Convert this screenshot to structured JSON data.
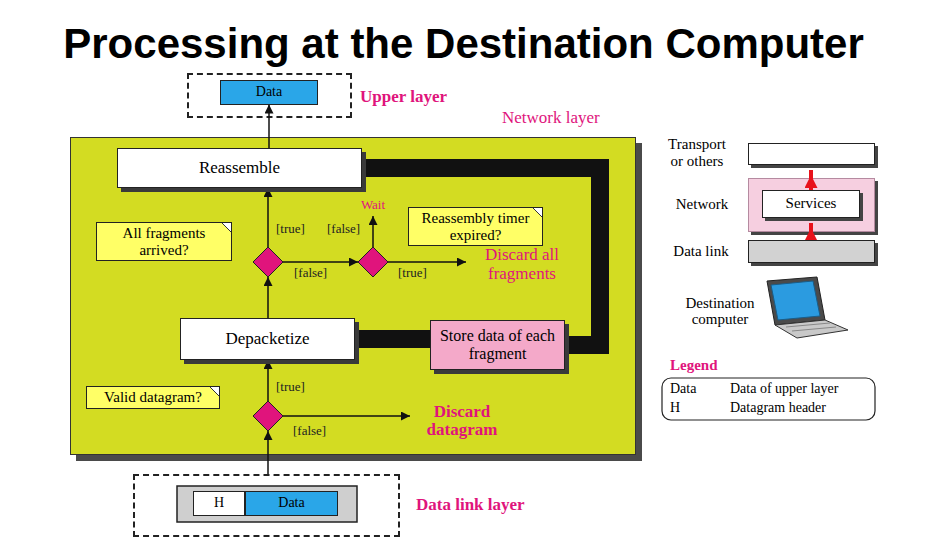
{
  "diagram": {
    "title": "Processing at the Destination Computer",
    "nodes": [
      {
        "text": [
          "Upper layer"
        ]
      },
      {
        "text": [
          "Data"
        ],
        "in": 0
      },
      {
        "text": [
          "Network layer"
        ]
      },
      {
        "text": [
          "Reassemble"
        ],
        "in": 2
      },
      {
        "text": [
          "All fragments arrived?"
        ],
        "in": 2
      },
      {
        "text": [
          "Reassembly timer expired?"
        ],
        "in": 2
      },
      {
        "text": [
          "Depacketize"
        ],
        "in": 2
      },
      {
        "text": [
          "Store data of each fragment"
        ],
        "in": 2
      },
      {
        "text": [
          "Valid datagram?"
        ],
        "in": 2
      },
      {
        "text": [
          "Data link layer"
        ]
      },
      {
        "text": [
          "H"
        ],
        "in": 9
      },
      {
        "text": [
          "Data"
        ],
        "in": 9
      },
      {
        "text": [
          "Transport or others"
        ]
      },
      {
        "text": [
          "Network"
        ]
      },
      {
        "text": [
          "Services"
        ],
        "in": 13
      },
      {
        "text": [
          "Data link"
        ]
      }
    ],
    "edges": [
      {
        "from": 9,
        "to": 8,
        "arrow": "to"
      },
      {
        "from": 8,
        "to": 6,
        "label": "[true]",
        "arrow": "to"
      },
      {
        "from": 6,
        "to": 4,
        "arrow": "to"
      },
      {
        "from": 4,
        "to": 3,
        "label": "[true]",
        "arrow": "to"
      },
      {
        "from": 4,
        "to": 5,
        "label": "[false]",
        "arrow": "to"
      },
      {
        "from": 6,
        "to": 7,
        "arrow": "none"
      },
      {
        "from": 7,
        "to": 3,
        "arrow": "none"
      },
      {
        "from": 3,
        "to": 1,
        "arrow": "to"
      },
      {
        "from": 15,
        "to": 14,
        "arrow": "to"
      },
      {
        "from": 14,
        "to": 12,
        "arrow": "to"
      }
    ],
    "labels": [
      "Wait",
      "[false]",
      "[true]",
      "Discard all fragments",
      "[false]",
      "Discard datagram",
      "Destination computer",
      "Legend",
      "Data",
      "H"
    ],
    "legend": [
      {
        "text": "Data of upper layer"
      },
      {
        "text": "Datagram header"
      }
    ]
  }
}
